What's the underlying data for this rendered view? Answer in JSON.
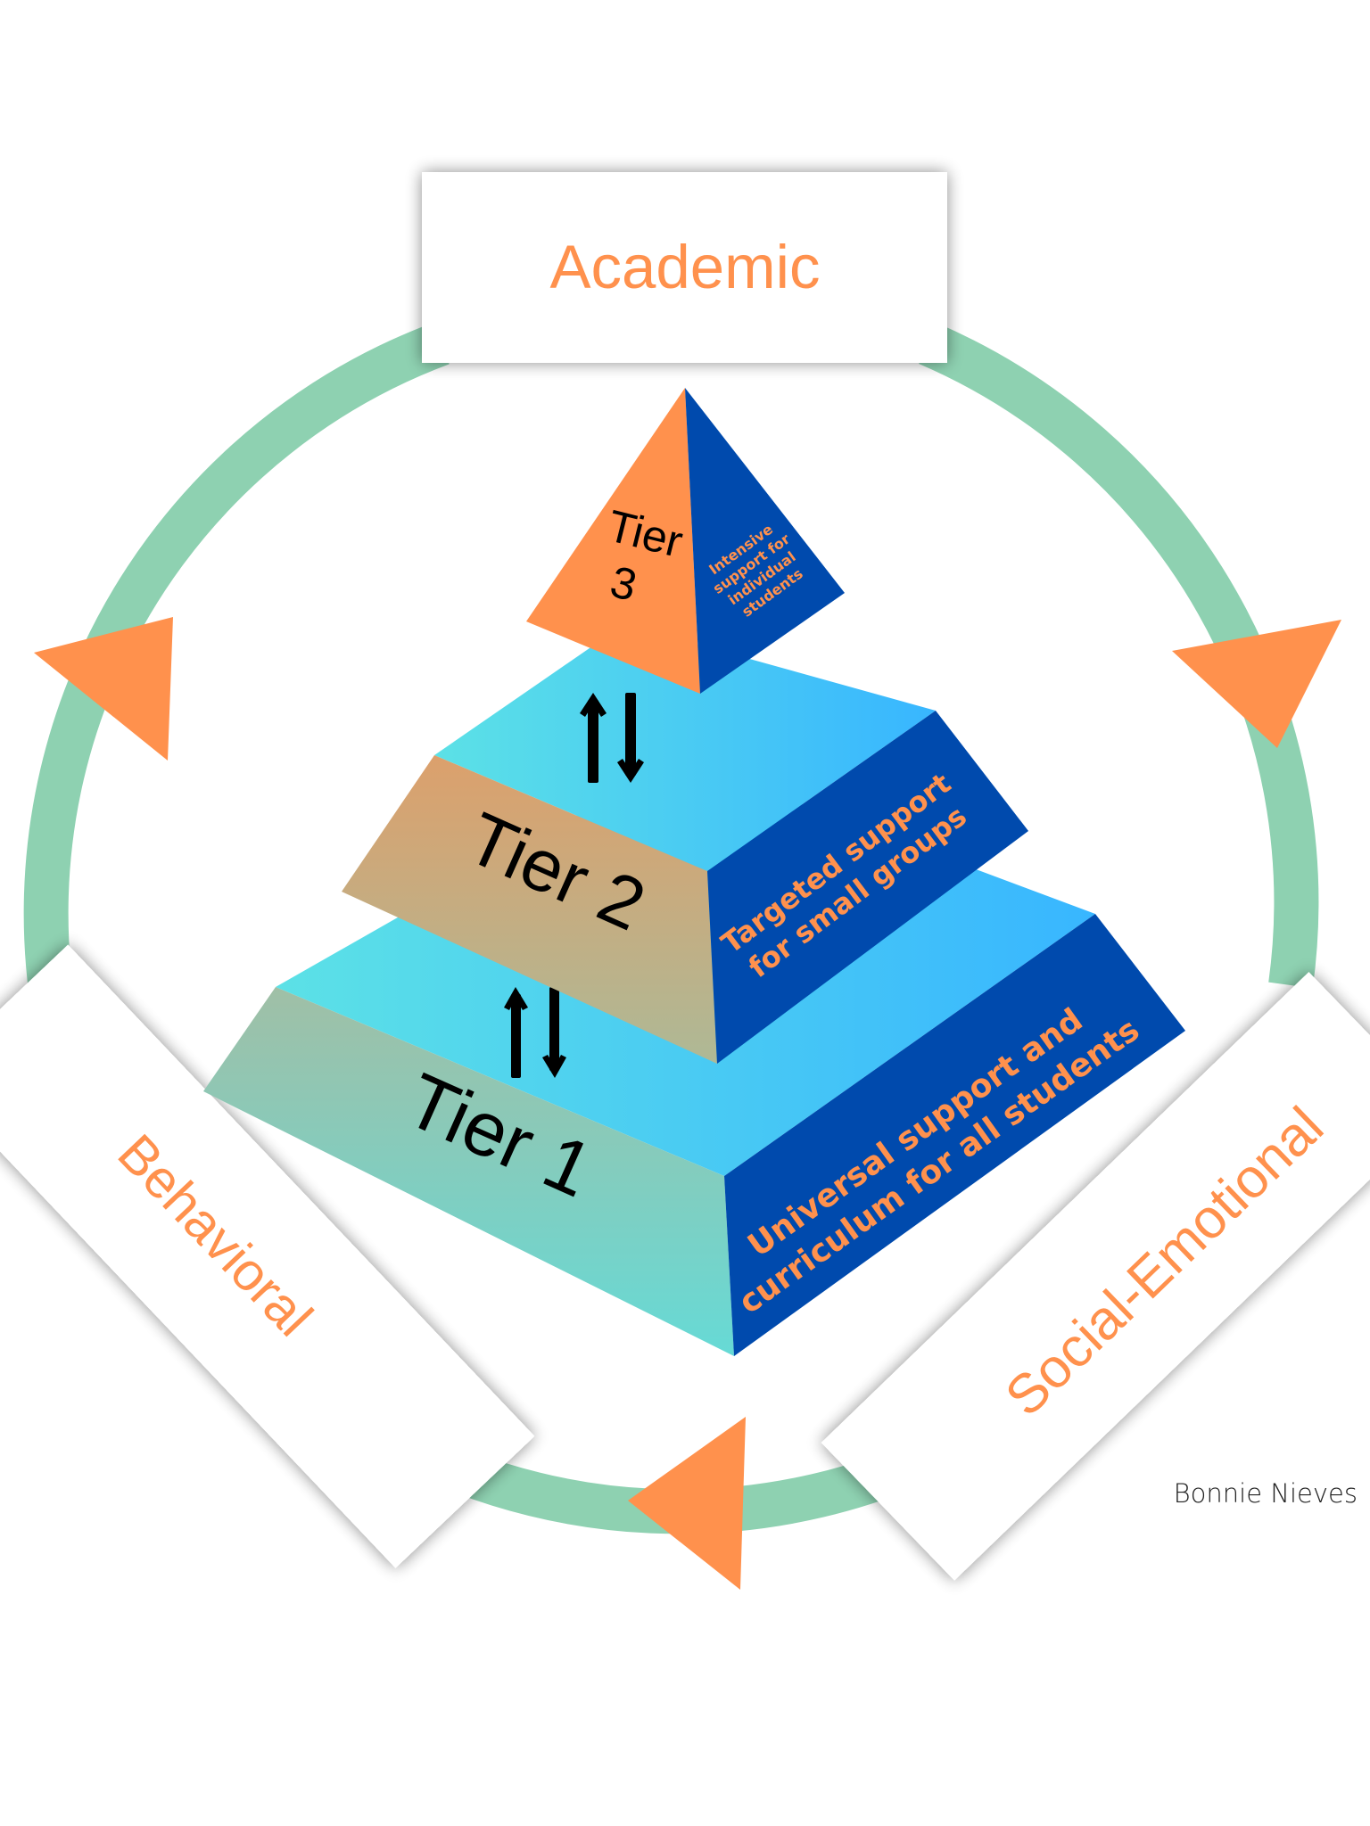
{
  "diagram": {
    "title": "Multi-Tiered System of Supports",
    "categories": {
      "academic": "Academic",
      "behavioral": "Behavioral",
      "social_emotional": "Social-Emotional"
    },
    "tiers": [
      {
        "label": "Tier 1",
        "description_lines": [
          "Universal support and",
          "curriculum for all students"
        ]
      },
      {
        "label": "Tier 2",
        "description_lines": [
          "Targeted support",
          "for small groups"
        ]
      },
      {
        "label_lines": [
          "Tier",
          "3"
        ],
        "description_lines": [
          "Intensive",
          "support for",
          "individual",
          "students"
        ]
      }
    ],
    "connector_icons": [
      "up-down-arrows-icon",
      "up-down-arrows-icon"
    ],
    "cycle_arrow_icons": [
      "triangle-arrow-icon",
      "triangle-arrow-icon",
      "triangle-arrow-icon"
    ],
    "credit": "Bonnie Nieves"
  },
  "colors": {
    "ring": "#8ED1B1",
    "arrow_orange": "#FF914D",
    "label_orange": "#FF914D",
    "face_blue": "#004AAD",
    "top_light_left": "#5CE1E6",
    "top_light_right": "#38B6FF",
    "tier2_front_top": "#D9A06F",
    "tier2_front_bottom": "#B3B894",
    "tier1_front_top": "#9BC1A8",
    "tier1_front_bottom": "#6CD8D4",
    "tier3_front": "#FF914D",
    "banner": "#FFFFFF"
  }
}
